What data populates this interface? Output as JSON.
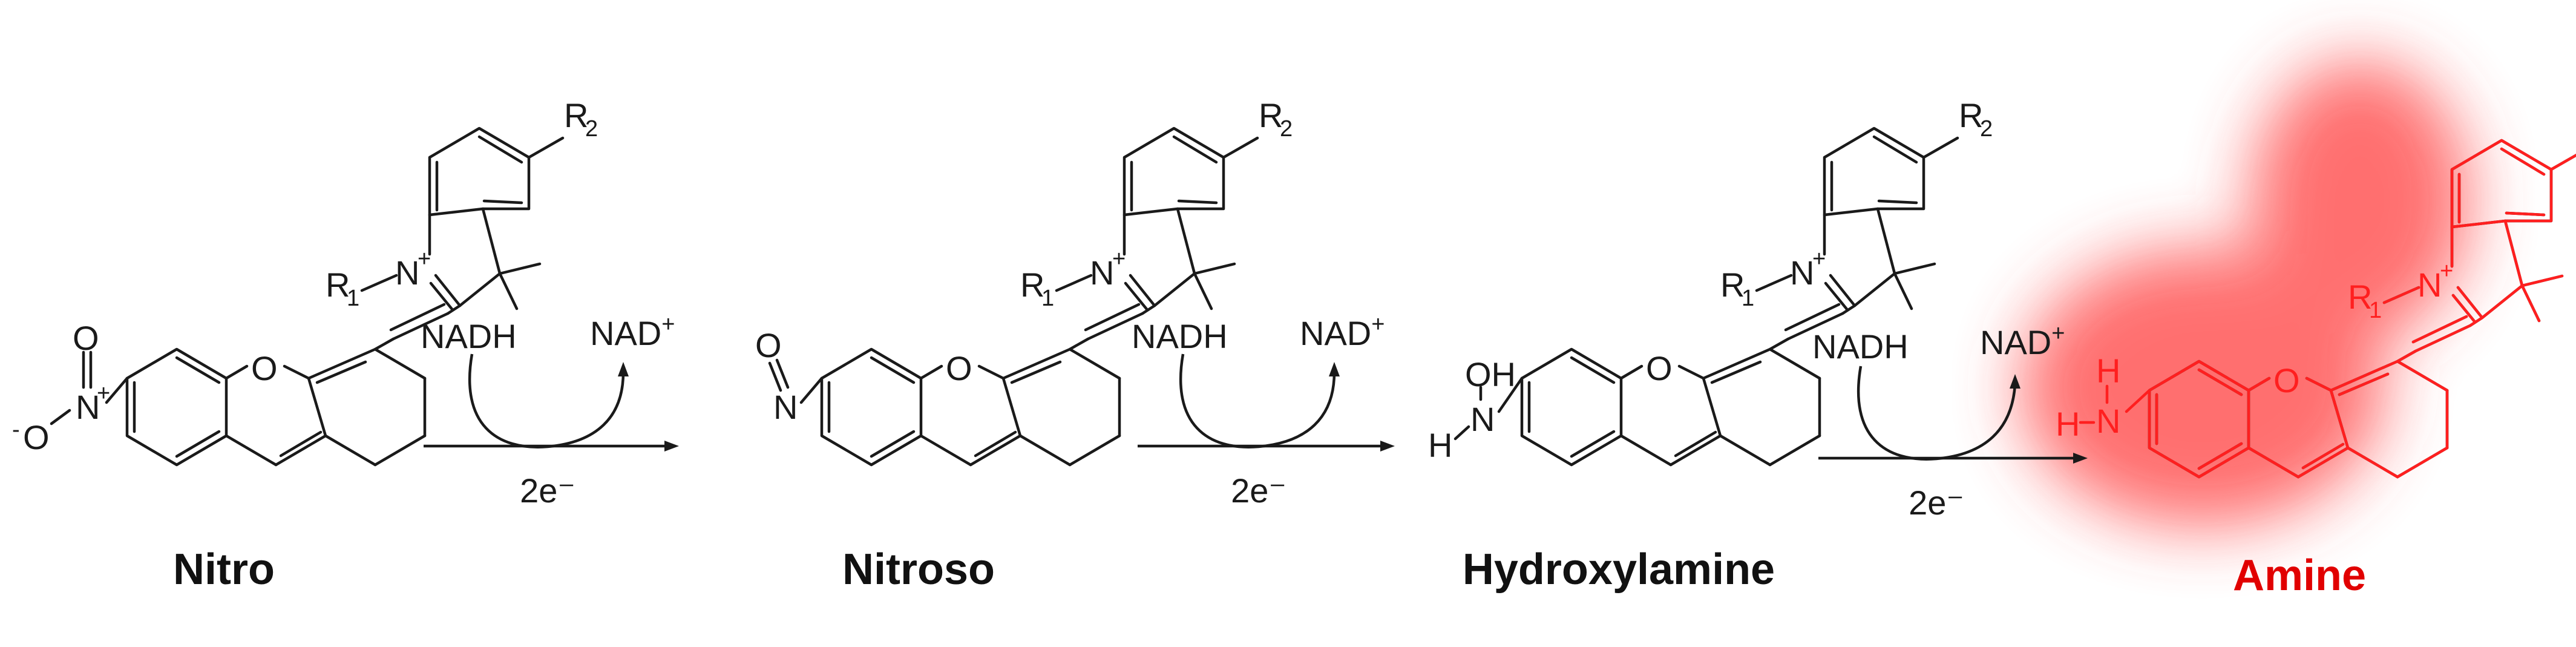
{
  "compounds": [
    {
      "name": "Nitro",
      "substituent": "nitro"
    },
    {
      "name": "Nitroso",
      "substituent": "nitroso"
    },
    {
      "name": "Hydroxylamine",
      "substituent": "hydroxylamine"
    },
    {
      "name": "Amine",
      "substituent": "amine"
    }
  ],
  "arrows": [
    {
      "reagent": "NADH",
      "product": "NAD+",
      "electrons": "2e⁻"
    },
    {
      "reagent": "NADH",
      "product": "NAD+",
      "electrons": "2e⁻"
    },
    {
      "reagent": "NADH",
      "product": "NAD+",
      "electrons": "2e⁻"
    }
  ],
  "atoms": {
    "R1": "R",
    "R1_sub": "1",
    "R2": "R",
    "R2_sub": "2",
    "N_plus": "N",
    "plus": "+",
    "O": "O",
    "N": "N",
    "H": "H",
    "OH": "OH",
    "minus": "-"
  },
  "colors": {
    "ink": "#1a1a1a",
    "amine_highlight": "#ff1f1f",
    "glow": "#ff4040"
  }
}
